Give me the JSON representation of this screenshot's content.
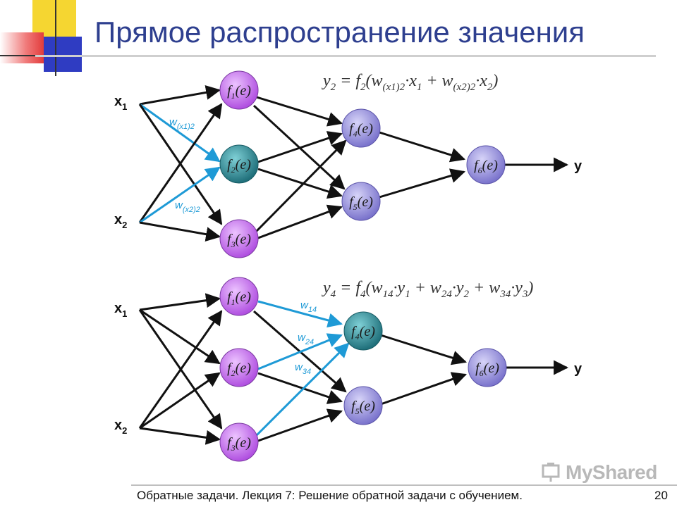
{
  "slide": {
    "title": "Прямое распространение значения",
    "footer": "Обратные задачи. Лекция 7: Решение обратной задачи с обучением.",
    "page_number": "20",
    "watermark": "MyShared"
  },
  "colors": {
    "title": "#2e3f8f",
    "arrow": "#111111",
    "highlight_arrow": "#1e9ad6",
    "neuron_purple": "#c266e8",
    "neuron_teal": "#2a8a93",
    "neuron_lavender": "#8c86d9"
  },
  "top_network": {
    "equation": "y₂ = f₂(w(x1)2·x1 + w(x2)2·x2)",
    "inputs": [
      "x1",
      "x2"
    ],
    "output": "y",
    "neurons": [
      "f1(e)",
      "f2(e)",
      "f3(e)",
      "f4(e)",
      "f5(e)",
      "f6(e)"
    ],
    "highlighted_weights": [
      "w(x1)2",
      "w(x2)2"
    ]
  },
  "bottom_network": {
    "equation": "y₄ = f₄(w14·y1 + w24·y2 + w34·y3)",
    "inputs": [
      "x1",
      "x2"
    ],
    "output": "y",
    "neurons": [
      "f1(e)",
      "f2(e)",
      "f3(e)",
      "f4(e)",
      "f5(e)",
      "f6(e)"
    ],
    "highlighted_weights": [
      "w14",
      "w24",
      "w34"
    ]
  }
}
